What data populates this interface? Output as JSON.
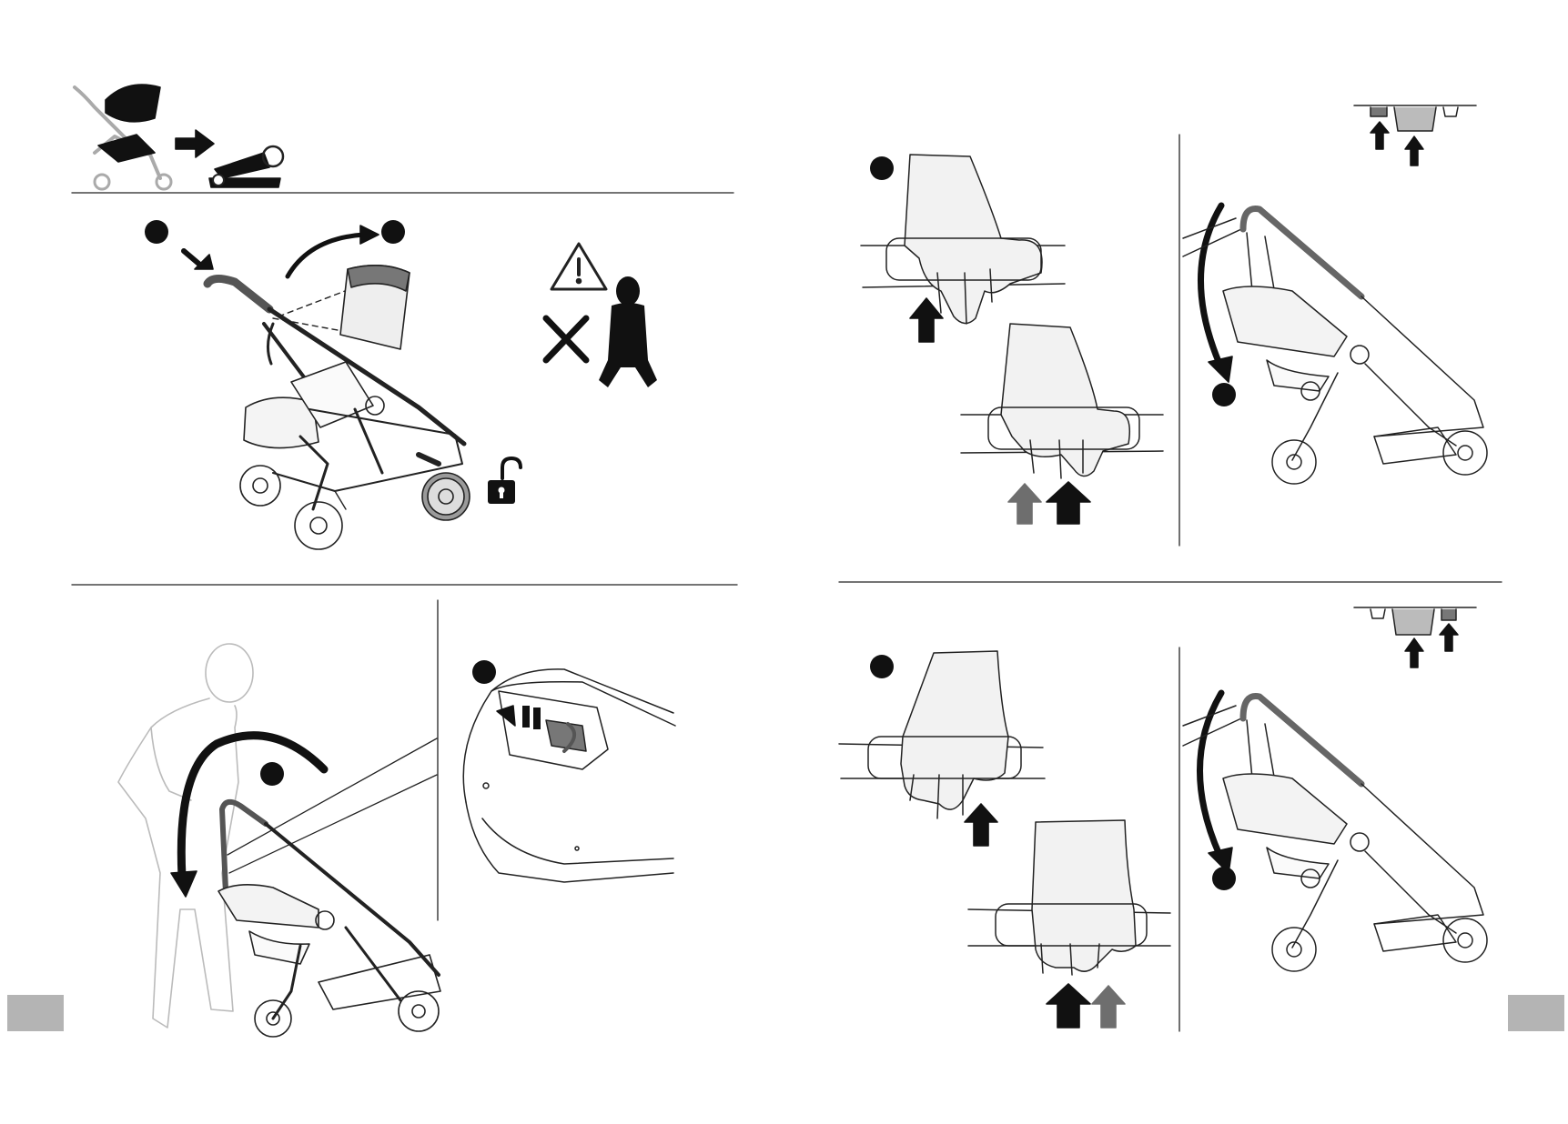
{
  "manual": {
    "left_page": {
      "header_icons": [
        "stroller-icon",
        "arrow-right-icon",
        "folded-stroller-icon"
      ],
      "step_markers": [
        "step-1-marker",
        "step-2-marker",
        "step-3-marker",
        "step-4-marker"
      ],
      "warning_icons": [
        "warning-triangle-icon",
        "no-child-icon",
        "unlock-icon"
      ]
    },
    "right_page": {
      "step_markers": [
        "step-5-marker",
        "step-6-marker",
        "step-7-marker",
        "step-8-marker"
      ],
      "arrow_colors": {
        "dark": "#1a1a1a",
        "gray": "#6e6e6e"
      }
    },
    "tab_color": "#b4b4b4"
  }
}
